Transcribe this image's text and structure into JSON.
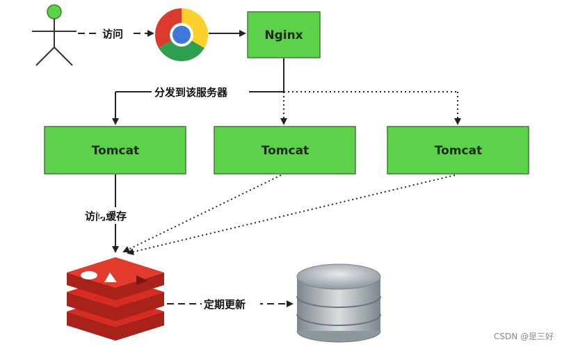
{
  "nodes": {
    "nginx": "Nginx",
    "tomcat_1": "Tomcat",
    "tomcat_2": "Tomcat",
    "tomcat_3": "Tomcat"
  },
  "edges": {
    "visit": "访问",
    "distribute": "分发到该服务器",
    "visit_cache": "访问缓存",
    "scheduled_update": "定期更新"
  },
  "watermark": "CSDN @是三好",
  "colors": {
    "node_fill": "#5cd14a",
    "node_border": "#3f7d35",
    "user_head": "#5cd14a",
    "redis_red": "#d82c20",
    "db_gray": "#9aa3a8"
  },
  "icons": [
    "user-icon",
    "chrome-browser-icon",
    "redis-icon",
    "database-icon"
  ]
}
